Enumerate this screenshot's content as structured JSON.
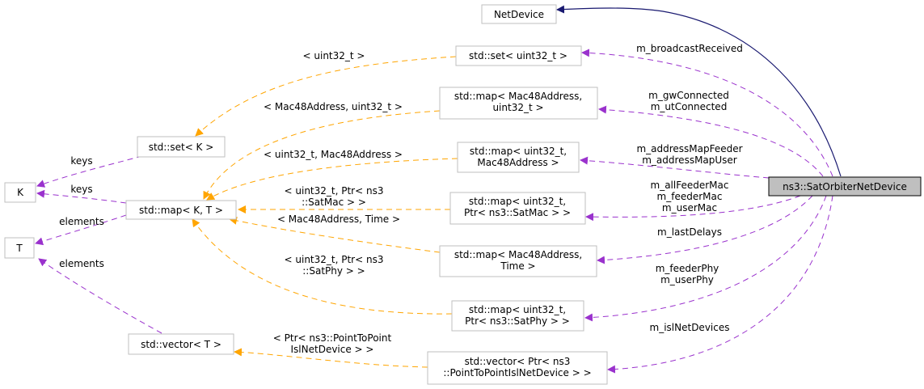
{
  "colors": {
    "inheritance": "#191970",
    "member": "#9a32cd",
    "template": "#ffa500",
    "focus_fill": "#bfbfbf",
    "node_border": "#bfbfbf"
  },
  "nodes": {
    "netdevice": [
      "NetDevice"
    ],
    "sat": [
      "ns3::SatOrbiterNetDevice"
    ],
    "setu32": [
      "std::set< uint32_t >"
    ],
    "setk": [
      "std::set< K >"
    ],
    "k": [
      "K"
    ],
    "t": [
      "T"
    ],
    "mapkt": [
      "std::map< K, T >"
    ],
    "vect": [
      "std::vector< T >"
    ],
    "map_mac_u32": [
      "std::map< Mac48Address,",
      "uint32_t >"
    ],
    "map_u32_mac": [
      "std::map< uint32_t,",
      "Mac48Address >"
    ],
    "map_u32_satmac": [
      "std::map< uint32_t,",
      "Ptr< ns3::SatMac > >"
    ],
    "map_mac_time": [
      "std::map< Mac48Address,",
      "Time >"
    ],
    "map_u32_satphy": [
      "std::map< uint32_t,",
      "Ptr< ns3::SatPhy > >"
    ],
    "vec_isl": [
      "std::vector< Ptr< ns3",
      "::PointToPointIslNetDevice > >"
    ]
  },
  "edge_labels": {
    "broadcast": [
      "m_broadcastReceived"
    ],
    "connected": [
      "m_gwConnected",
      "m_utConnected"
    ],
    "addressmap": [
      "m_addressMapFeeder",
      "m_addressMapUser"
    ],
    "macs": [
      "m_allFeederMac",
      "m_feederMac",
      "m_userMac"
    ],
    "delays": [
      "m_lastDelays"
    ],
    "phys": [
      "m_feederPhy",
      "m_userPhy"
    ],
    "isl": [
      "m_islNetDevices"
    ],
    "tpl_set_u32": [
      "< uint32_t >"
    ],
    "tpl_mac_u32": [
      "< Mac48Address, uint32_t >"
    ],
    "tpl_u32_mac": [
      "< uint32_t, Mac48Address >"
    ],
    "tpl_satmac": [
      "< uint32_t, Ptr< ns3",
      "::SatMac > >"
    ],
    "tpl_mac_time": [
      "< Mac48Address, Time >"
    ],
    "tpl_satphy": [
      "< uint32_t, Ptr< ns3",
      "::SatPhy > >"
    ],
    "tpl_isl": [
      "< Ptr< ns3::PointToPoint",
      "IslNetDevice > >"
    ],
    "keys_setk": [
      "keys"
    ],
    "keys_mapkt": [
      "keys"
    ],
    "elements_mapkt": [
      "elements"
    ],
    "elements_vect": [
      "elements"
    ]
  }
}
